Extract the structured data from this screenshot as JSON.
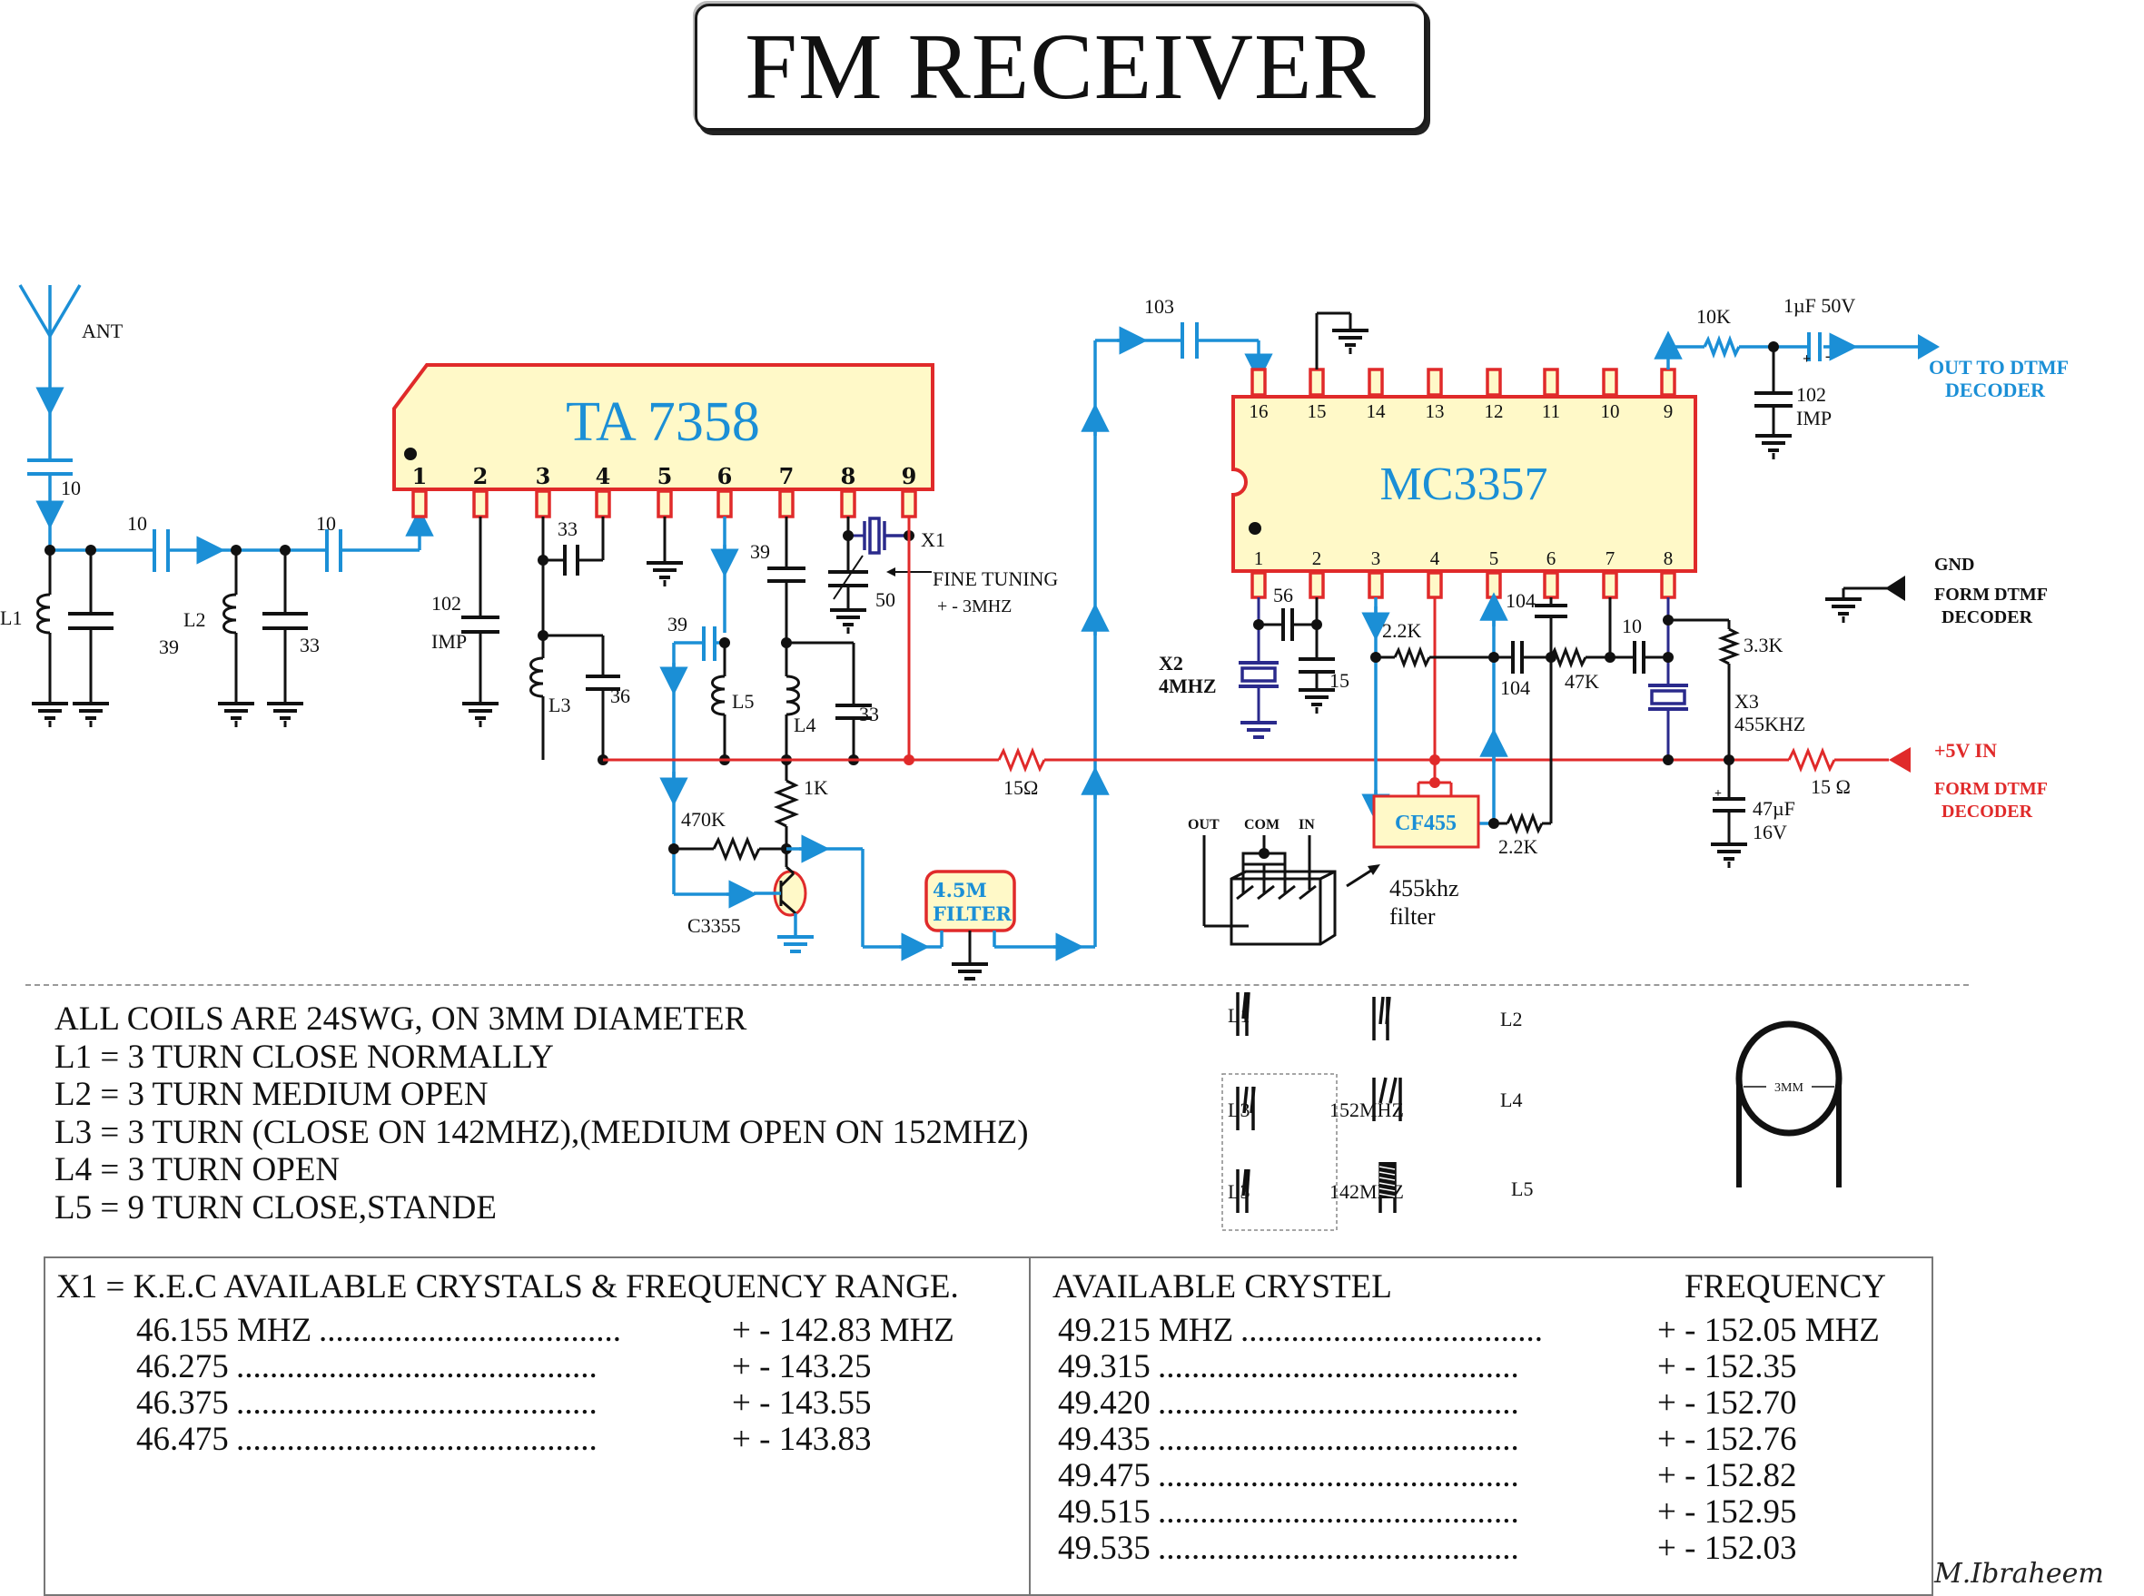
{
  "title": "FM RECEIVER",
  "schematic": {
    "antenna_label": "ANT",
    "ta7358": {
      "name": "TA 7358",
      "pins": [
        "1",
        "2",
        "3",
        "4",
        "5",
        "6",
        "7",
        "8",
        "9"
      ]
    },
    "mc3357": {
      "name": "MC3357",
      "top_pins": [
        "16",
        "15",
        "14",
        "13",
        "12",
        "11",
        "10",
        "9"
      ],
      "bottom_pins": [
        "1",
        "2",
        "3",
        "4",
        "5",
        "6",
        "7",
        "8"
      ]
    },
    "labels": {
      "c_ant": "10",
      "c_series1": "10",
      "c_series2": "10",
      "l1": "L1",
      "c_l1": "39",
      "l2": "L2",
      "c_l2": "33",
      "c_pin2": "102",
      "c_pin2_imp": "IMP",
      "c_pin34": "33",
      "l3": "L3",
      "c_l3": "36",
      "c_pin6": "39",
      "l5": "L5",
      "c_pin7": "39",
      "l4": "L4",
      "c_l4": "33",
      "x1": "X1",
      "trimmer": "50",
      "fine_tuning": "FINE TUNING",
      "fine_tuning_range": "+ - 3MHZ",
      "r_1k": "1K",
      "r_470k": "470K",
      "transistor": "C3355",
      "filter_45_line1": "4.5M",
      "filter_45_line2": "FILTER",
      "r_15_left": "15Ω",
      "c_103": "103",
      "r_10k": "10K",
      "c_1uf": "1µF 50V",
      "out_to_dtmf_1": "OUT TO DTMF",
      "out_to_dtmf_2": "DECODER",
      "c_102": "102",
      "c_102_imp": "IMP",
      "c_56": "56",
      "x2_1": "X2",
      "x2_2": "4MHZ",
      "c_15": "15",
      "r_22k_top": "2.2K",
      "c_104_top": "104",
      "c_104_bottom": "104",
      "r_47k": "47K",
      "c_10": "10",
      "r_33k": "3.3K",
      "x3_1": "X3",
      "x3_2": "455KHZ",
      "cf455": "CF455",
      "r_22k_bottom": "2.2K",
      "r_15_right": "15 Ω",
      "c_47uf_1": "47µF",
      "c_47uf_2": "16V",
      "plus5v": "+5V IN",
      "form_dtmf_red_1": "FORM DTMF",
      "form_dtmf_red_2": "DECODER",
      "gnd": "GND",
      "form_dtmf_black_1": "FORM DTMF",
      "form_dtmf_black_2": "DECODER",
      "filter_out": "OUT",
      "filter_com": "COM",
      "filter_in": "IN",
      "filter_455_1": "455khz",
      "filter_455_2": "filter"
    }
  },
  "notes": [
    "ALL COILS ARE 24SWG, ON 3MM DIAMETER",
    "L1 = 3 TURN CLOSE NORMALLY",
    "L2 = 3 TURN MEDIUM OPEN",
    "L3 = 3 TURN (CLOSE ON 142MHZ),(MEDIUM OPEN ON 152MHZ)",
    "L4 = 3 TURN OPEN",
    "L5 = 9 TURN CLOSE,STANDE"
  ],
  "coil_diagrams": {
    "l1": "L1",
    "l2": "L2",
    "l3a": "L3",
    "l3a_freq": "152MHZ",
    "l3b": "L3",
    "l3b_freq": "142MHZ",
    "l4": "L4",
    "l5": "L5",
    "diameter": "3MM"
  },
  "table_left": {
    "header": "X1 = K.E.C AVAILABLE CRYSTALS & FREQUENCY RANGE.",
    "rows": [
      {
        "crystal": "46.155 MHZ",
        "dots": "....................................",
        "freq": "+ - 142.83 MHZ"
      },
      {
        "crystal": "46.275",
        "dots": "...........................................",
        "freq": "+ - 143.25"
      },
      {
        "crystal": "46.375",
        "dots": "...........................................",
        "freq": "+ - 143.55"
      },
      {
        "crystal": "46.475",
        "dots": "...........................................",
        "freq": "+ - 143.83"
      }
    ]
  },
  "table_right": {
    "header_crystal": "AVAILABLE CRYSTEL",
    "header_freq": "FREQUENCY",
    "rows": [
      {
        "crystal": "49.215 MHZ",
        "dots": "....................................",
        "freq": "+ - 152.05 MHZ"
      },
      {
        "crystal": "49.315",
        "dots": "...........................................",
        "freq": "+ - 152.35"
      },
      {
        "crystal": "49.420",
        "dots": "...........................................",
        "freq": "+ - 152.70"
      },
      {
        "crystal": "49.435",
        "dots": "...........................................",
        "freq": "+ - 152.76"
      },
      {
        "crystal": "49.475",
        "dots": "...........................................",
        "freq": "+ - 152.82"
      },
      {
        "crystal": "49.515",
        "dots": "...........................................",
        "freq": "+ - 152.95"
      },
      {
        "crystal": "49.535",
        "dots": "...........................................",
        "freq": "+ - 152.03"
      }
    ]
  },
  "signature": "M.Ibraheem",
  "colors": {
    "signal": "#1b8fd6",
    "power": "#e02a2a",
    "ic_fill": "#fff9c8",
    "crystal": "#2a2a8c",
    "wire": "#111111"
  }
}
